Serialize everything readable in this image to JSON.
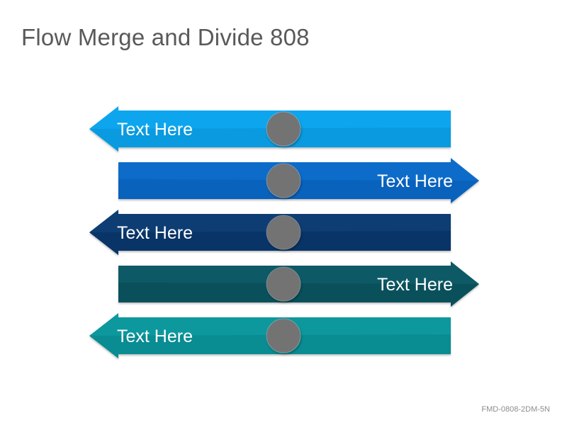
{
  "title": "Flow Merge and Divide 808",
  "footer_code": "FMD-0808-2DM-5N",
  "arrows": [
    {
      "direction": "left",
      "label": "Text Here",
      "color": "#0aa6ee",
      "color_dark": "#0890d4"
    },
    {
      "direction": "right",
      "label": "Text Here",
      "color": "#0a6cc9",
      "color_dark": "#085bb0"
    },
    {
      "direction": "left",
      "label": "Text Here",
      "color": "#0a3c73",
      "color_dark": "#072e5c"
    },
    {
      "direction": "right",
      "label": "Text Here",
      "color": "#0a5a66",
      "color_dark": "#074952"
    },
    {
      "direction": "left",
      "label": "Text Here",
      "color": "#0a989e",
      "color_dark": "#078388"
    }
  ],
  "hub_color": "#737373"
}
